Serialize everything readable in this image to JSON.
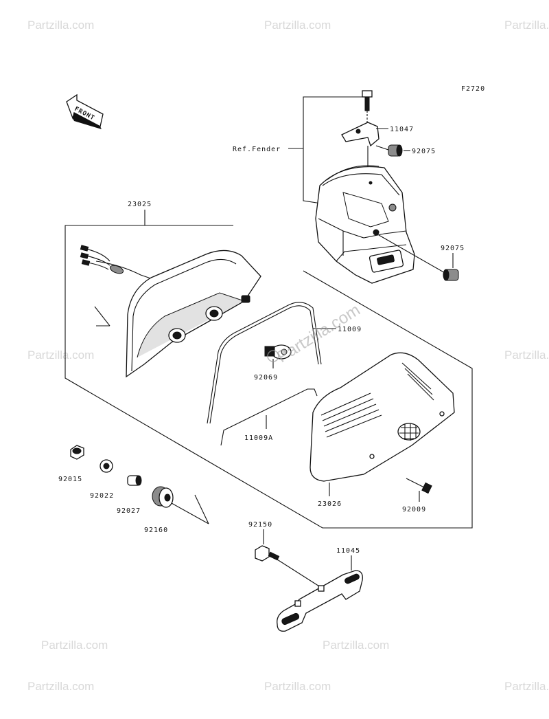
{
  "diagram": {
    "figure_code": "F2720",
    "front_label": "FRONT",
    "ref_label": "Ref.Fender",
    "watermark": "Partzilla.com",
    "parts": {
      "p11047": "11047",
      "p92075a": "92075",
      "p92075b": "92075",
      "p23025": "23025",
      "p11009": "11009",
      "p92069": "92069",
      "p11009a": "11009A",
      "p92015": "92015",
      "p92022": "92022",
      "p92027": "92027",
      "p92160": "92160",
      "p23026": "23026",
      "p92009": "92009",
      "p92150": "92150",
      "p11045": "11045"
    }
  },
  "colors": {
    "line": "#111111",
    "watermark": "#d8d8d8",
    "background": "#ffffff"
  }
}
